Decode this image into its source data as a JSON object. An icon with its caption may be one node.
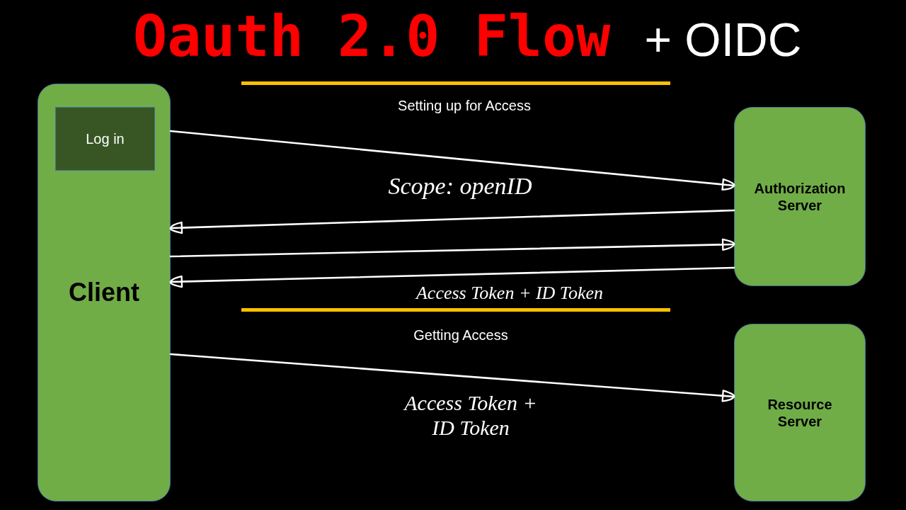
{
  "diagram": {
    "title": "Oauth 2.0 Flow + OIDC",
    "nodes": [
      {
        "text": [
          "Client"
        ]
      },
      {
        "text": [
          "Log in"
        ],
        "in": 0
      },
      {
        "text": [
          "Authorization Server"
        ]
      },
      {
        "text": [
          "Resource Server"
        ]
      }
    ],
    "edges": [
      {
        "from": 0,
        "to": 2,
        "arrow": "to",
        "label": "Scope: openID"
      },
      {
        "from": 2,
        "to": 0,
        "arrow": "to"
      },
      {
        "from": 0,
        "to": 2,
        "arrow": "to"
      },
      {
        "from": 2,
        "to": 0,
        "arrow": "to",
        "label": "Access Token + ID Token"
      },
      {
        "from": 0,
        "to": 3,
        "arrow": "to",
        "label": "Access Token + ID Token"
      }
    ],
    "labels": [
      "Setting up for Access",
      "Getting Access"
    ]
  }
}
